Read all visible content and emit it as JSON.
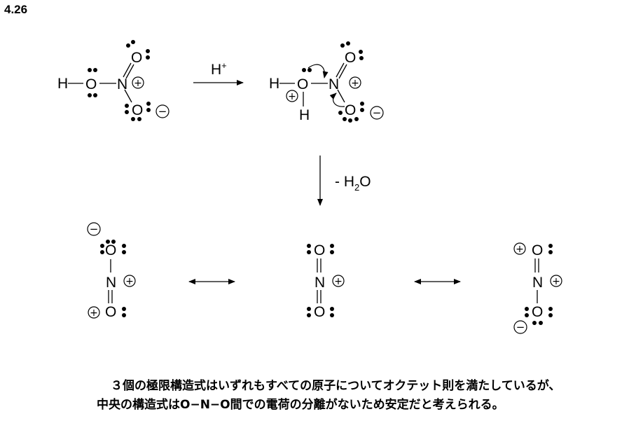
{
  "problem_number": "4.26",
  "atoms": {
    "H": "H",
    "O": "O",
    "N": "N"
  },
  "reagents": {
    "step1": "H",
    "step1_sup": "+",
    "step2_prefix": "- H",
    "step2_sub": "2",
    "step2_suffix": "O"
  },
  "charges": {
    "plus": "+",
    "minus": "−"
  },
  "note": {
    "line1": "３個の極限構造式はいずれもすべての原子についてオクテット則を満たしているが、",
    "line2": "中央の構造式はO−N−O間での電荷の分離がないため安定だと考えられる。"
  }
}
